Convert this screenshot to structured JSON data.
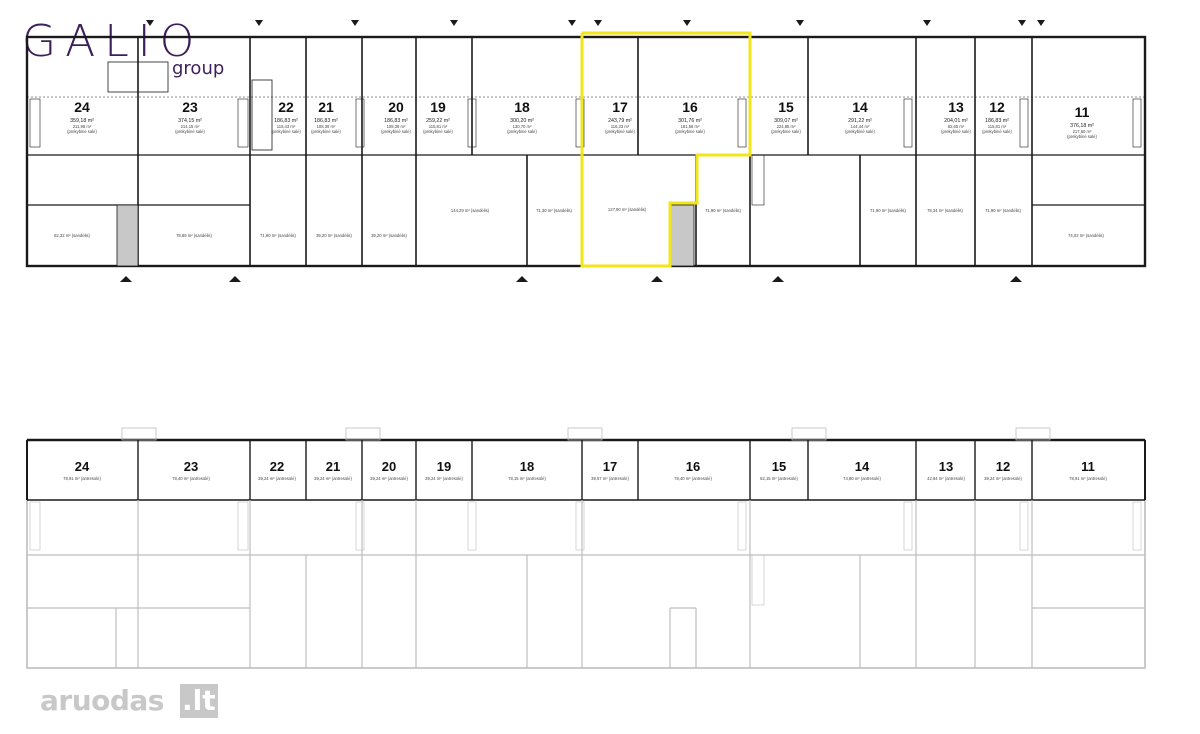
{
  "logo": {
    "word": "GALIO",
    "sub": "group"
  },
  "watermark": {
    "text": "aruodas",
    "tld": ".lt"
  },
  "colors": {
    "highlight": "#f0e61a",
    "wall": "#1a1a1a",
    "grey_plan": "#bdbdbd",
    "fill_grey": "#c8c8c8",
    "logo": "#3d1f5c"
  },
  "ground_floor": {
    "units": [
      {
        "num": "24",
        "area": "359,18 m²",
        "sub": "211,98 m²",
        "note": "(prekybinė salė)",
        "rear": "62,32 m² (sandėlis)"
      },
      {
        "num": "23",
        "area": "374,15 m²",
        "sub": "214,15 m²",
        "note": "(prekybinė salė)",
        "rear": "78,89 m² (sandėlis)"
      },
      {
        "num": "22",
        "area": "186,83 m²",
        "sub": "115,43 m²",
        "note": "(prekybinė salė)",
        "rear": "71,90 m² (sandėlis)"
      },
      {
        "num": "21",
        "area": "186,83 m²",
        "sub": "108,39 m²",
        "note": "(prekybinė salė)",
        "rear": "39,20 m² (sandėlis)"
      },
      {
        "num": "20",
        "area": "186,83 m²",
        "sub": "108,39 m²",
        "note": "(prekybinė salė)",
        "rear": "39,20 m² (sandėlis)"
      },
      {
        "num": "19",
        "area": "259,22 m²",
        "sub": "115,81 m²",
        "note": "(prekybinė salė)",
        "rear": "144,29 m² (sandėlis)"
      },
      {
        "num": "18",
        "area": "300,20 m²",
        "sub": "130,70 m²",
        "note": "(prekybinė salė)",
        "rear": "71,30 m² (sandėlis)"
      },
      {
        "num": "17",
        "area": "243,79 m²",
        "sub": "116,33 m²",
        "note": "(prekybinė salė)",
        "rear": "127,90 m² (sandėlis)"
      },
      {
        "num": "16",
        "area": "301,76 m²",
        "sub": "181,56 m²",
        "note": "(prekybinė salė)",
        "rear": "71,90 m² (sandėlis)"
      },
      {
        "num": "15",
        "area": "309,07 m²",
        "sub": "224,85 m²",
        "note": "(prekybinė salė)",
        "rear": ""
      },
      {
        "num": "14",
        "area": "291,22 m²",
        "sub": "144,44 m²",
        "note": "(prekybinė salė)",
        "rear": "71,90 m² (sandėlis)"
      },
      {
        "num": "13",
        "area": "204,01 m²",
        "sub": "82,65 m²",
        "note": "(prekybinė salė)",
        "rear": "78,34 m² (sandėlis)"
      },
      {
        "num": "12",
        "area": "186,83 m²",
        "sub": "115,81 m²",
        "note": "(prekybinė salė)",
        "rear": "71,90 m² (sandėlis)"
      },
      {
        "num": "11",
        "area": "376,18 m²",
        "sub": "217,60 m²",
        "note": "(prekybinė salė)",
        "rear": "74,02 m² (sandėlis)"
      }
    ]
  },
  "upper_floor": {
    "units": [
      {
        "num": "24",
        "area": "78,91 m² (antresolė)"
      },
      {
        "num": "23",
        "area": "78,40 m² (antresolė)"
      },
      {
        "num": "22",
        "area": "39,24 m² (antresolė)"
      },
      {
        "num": "21",
        "area": "39,24 m² (antresolė)"
      },
      {
        "num": "20",
        "area": "39,24 m² (antresolė)"
      },
      {
        "num": "19",
        "area": "39,24 m² (antresolė)"
      },
      {
        "num": "18",
        "area": "78,15 m² (antresolė)"
      },
      {
        "num": "17",
        "area": "39,57 m² (antresolė)"
      },
      {
        "num": "16",
        "area": "78,40 m² (antresolė)"
      },
      {
        "num": "15",
        "area": "82,15 m² (antresolė)"
      },
      {
        "num": "14",
        "area": "74,80 m² (antresolė)"
      },
      {
        "num": "13",
        "area": "42,84 m² (antresolė)"
      },
      {
        "num": "12",
        "area": "39,24 m² (antresolė)"
      },
      {
        "num": "11",
        "area": "78,91 m² (antresolė)"
      }
    ]
  }
}
